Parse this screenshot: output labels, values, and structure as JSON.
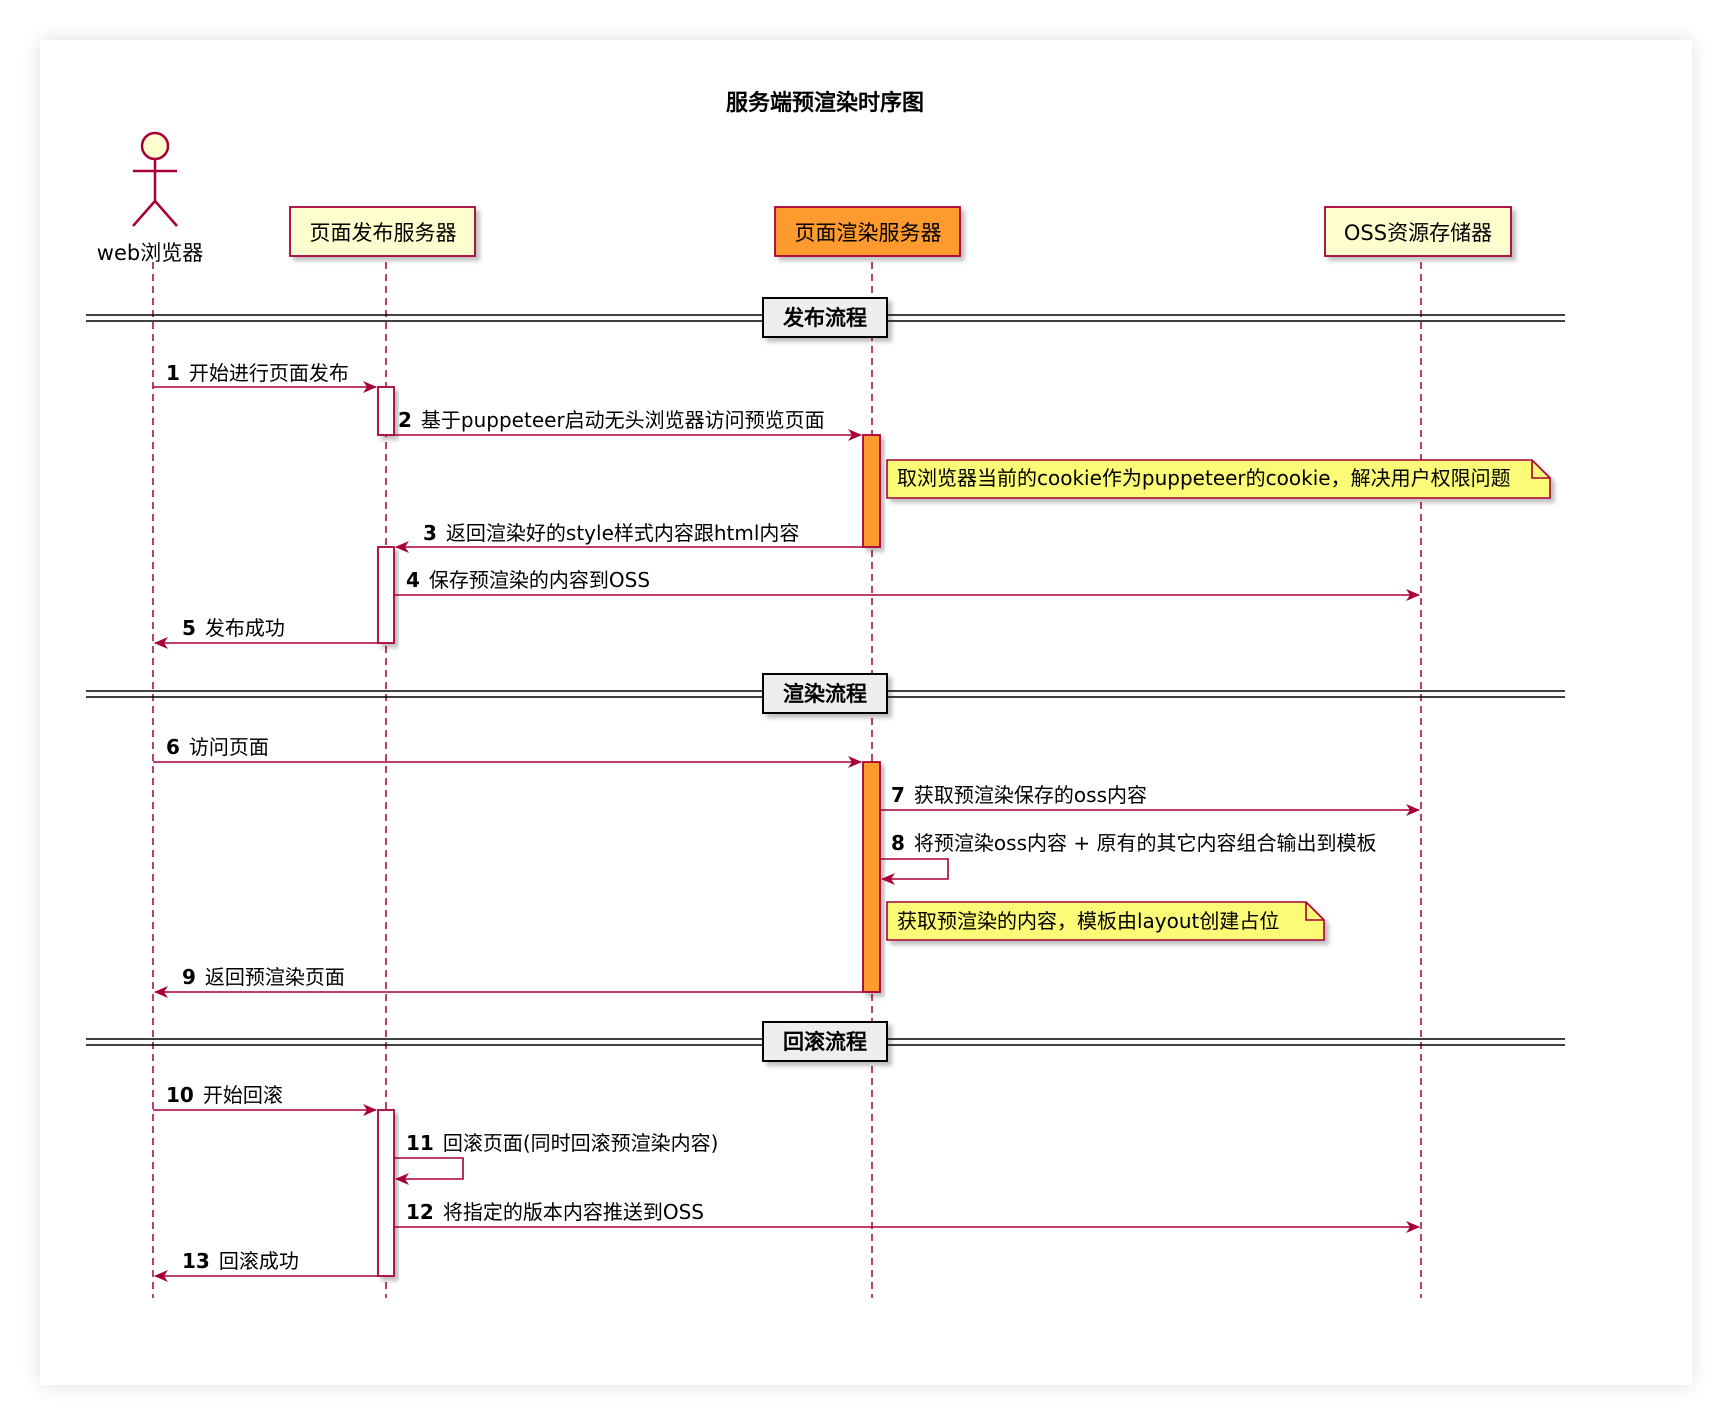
{
  "diagram": {
    "title": "服务端预渲染时序图",
    "actor": {
      "label": "web浏览器"
    },
    "participants": [
      {
        "id": "publish",
        "label": "页面发布服务器"
      },
      {
        "id": "render",
        "label": "页面渲染服务器"
      },
      {
        "id": "oss",
        "label": "OSS资源存储器"
      }
    ],
    "sections": [
      {
        "label": "发布流程"
      },
      {
        "label": "渲染流程"
      },
      {
        "label": "回滚流程"
      }
    ],
    "messages": [
      {
        "num": "1",
        "text": "开始进行页面发布"
      },
      {
        "num": "2",
        "text": "基于puppeteer启动无头浏览器访问预览页面"
      },
      {
        "num": "3",
        "text": "返回渲染好的style样式内容跟html内容"
      },
      {
        "num": "4",
        "text": "保存预渲染的内容到OSS"
      },
      {
        "num": "5",
        "text": "发布成功"
      },
      {
        "num": "6",
        "text": "访问页面"
      },
      {
        "num": "7",
        "text": "获取预渲染保存的oss内容"
      },
      {
        "num": "8",
        "text": "将预渲染oss内容 + 原有的其它内容组合输出到模板"
      },
      {
        "num": "9",
        "text": "返回预渲染页面"
      },
      {
        "num": "10",
        "text": "开始回滚"
      },
      {
        "num": "11",
        "text": "回滚页面(同时回滚预渲染内容)"
      },
      {
        "num": "12",
        "text": "将指定的版本内容推送到OSS"
      },
      {
        "num": "13",
        "text": "回滚成功"
      }
    ],
    "notes": [
      {
        "text": "取浏览器当前的cookie作为puppeteer的cookie，解决用户权限问题"
      },
      {
        "text": "获取预渲染的内容，模板由layout创建占位"
      }
    ],
    "colors": {
      "line": "#A80036",
      "participant_fill": "#FEFECE",
      "highlight_fill": "#FF9A2E",
      "note_fill": "#FBFB77",
      "actor_fill": "#FEFECE"
    }
  }
}
